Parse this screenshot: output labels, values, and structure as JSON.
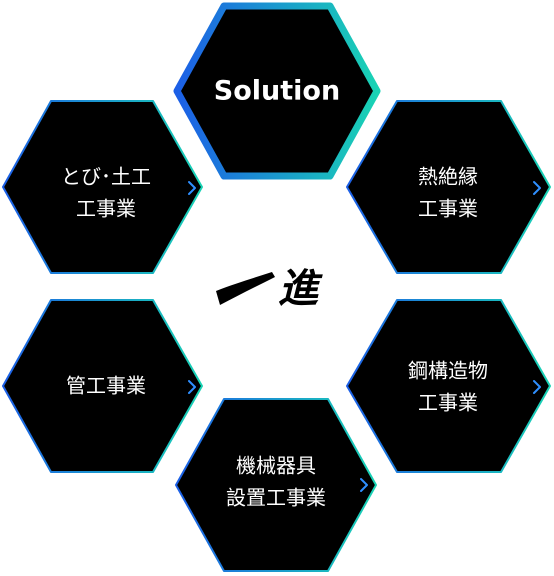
{
  "center": {
    "logo_text": "一進"
  },
  "colors": {
    "hex_fill": "#000000",
    "gradient_start": "#1c5fe6",
    "gradient_end": "#19d3b4",
    "text": "#ffffff",
    "chevron": "#2f8fff"
  },
  "hexes": [
    {
      "id": "solution",
      "lines": [
        "Solution"
      ],
      "chevron": false
    },
    {
      "id": "tobi-doko",
      "lines": [
        "とび･土工",
        "工事業"
      ],
      "chevron": true,
      "icon": "chevron-right-icon"
    },
    {
      "id": "netsuzetsuen",
      "lines": [
        "熱絶縁",
        "工事業"
      ],
      "chevron": true,
      "icon": "chevron-right-icon"
    },
    {
      "id": "kan",
      "lines": [
        "管工事業"
      ],
      "chevron": true,
      "icon": "chevron-right-icon"
    },
    {
      "id": "kouzouzoubutsu",
      "lines": [
        "鋼構造物",
        "工事業"
      ],
      "chevron": true,
      "icon": "chevron-right-icon"
    },
    {
      "id": "kikai-kigu",
      "lines": [
        "機械器具",
        "設置工事業"
      ],
      "chevron": true,
      "icon": "chevron-right-icon"
    }
  ]
}
